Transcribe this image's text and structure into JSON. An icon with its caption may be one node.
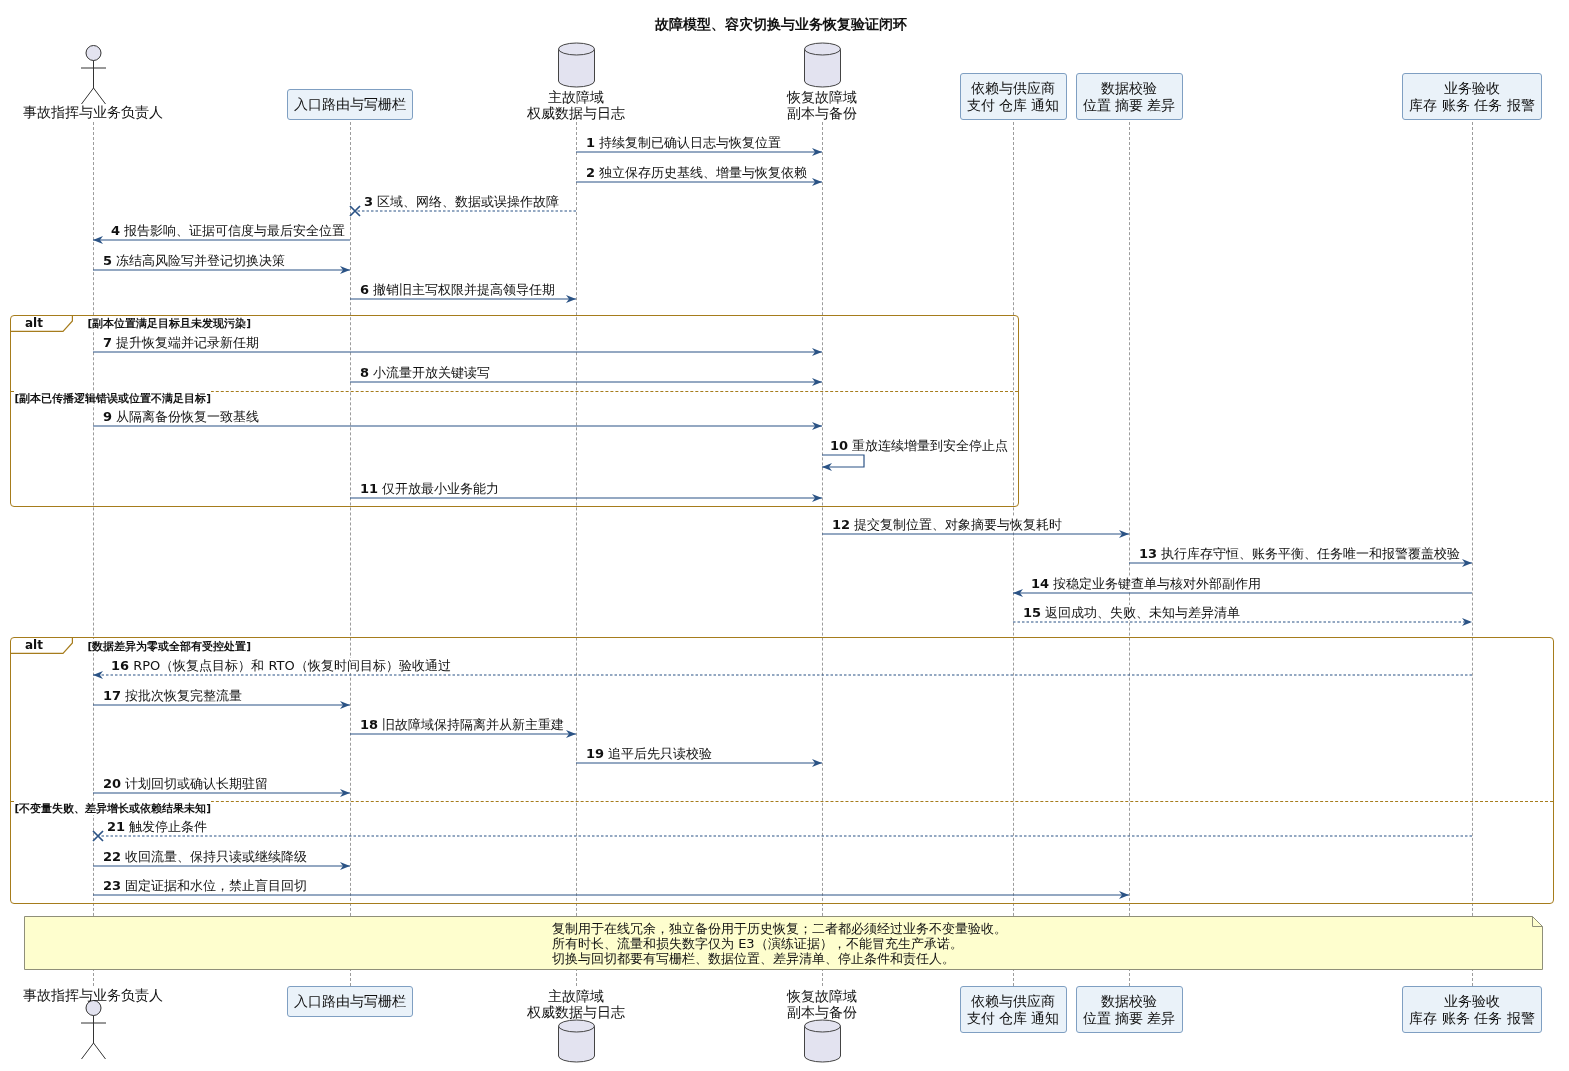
{
  "diagram": {
    "title": "故障模型、容灾切换与业务恢复验证闭环",
    "nodes": [
      {
        "text": [
          "事故指挥与业务负责人"
        ]
      },
      {
        "text": [
          "入口路由与写栅栏"
        ]
      },
      {
        "text": [
          "主故障域",
          "权威数据与日志"
        ]
      },
      {
        "text": [
          "恢复故障域",
          "副本与备份"
        ]
      },
      {
        "text": [
          "依赖与供应商",
          "支付 仓库 通知"
        ]
      },
      {
        "text": [
          "数据校验",
          "位置 摘要 差异"
        ]
      },
      {
        "text": [
          "业务验收",
          "库存 账务 任务 报警"
        ]
      },
      {
        "text": [],
        "shape": "line"
      },
      {
        "text": [],
        "shape": "line"
      },
      {
        "text": [],
        "shape": "line"
      },
      {
        "text": [],
        "shape": "line"
      },
      {
        "text": [],
        "shape": "line"
      },
      {
        "text": [],
        "shape": "line"
      },
      {
        "text": [],
        "shape": "line"
      },
      {
        "text": [
          "复制用于在线冗余，独立备份用于历史恢复；二者都必须经过业务不变量验收。",
          "所有时长、流量和损失数字仅为 E3（演练证据），不能冒充生产承诺。",
          "切换与回切都要有写栅栏、数据位置、差异清单、停止条件和责任人。"
        ]
      },
      {
        "text": [
          "事故指挥与业务负责人"
        ]
      },
      {
        "text": [
          "入口路由与写栅栏"
        ]
      },
      {
        "text": [
          "主故障域",
          "权威数据与日志"
        ]
      },
      {
        "text": [
          "恢复故障域",
          "副本与备份"
        ]
      },
      {
        "text": [
          "依赖与供应商",
          "支付 仓库 通知"
        ]
      },
      {
        "text": [
          "数据校验",
          "位置 摘要 差异"
        ]
      },
      {
        "text": [
          "业务验收",
          "库存 账务 任务 报警"
        ]
      }
    ],
    "edges": [
      {
        "from": 9,
        "to": 10,
        "arrow": "to",
        "label": "**1** 持续复制已确认日志与恢复位置"
      },
      {
        "from": 9,
        "to": 10,
        "arrow": "to",
        "label": "**2** 独立保存历史基线、增量与恢复依赖"
      },
      {
        "from": 9,
        "to": 8,
        "arrow": "other",
        "style": "dashed",
        "label": "**3** 区域、网络、数据或误操作故障"
      },
      {
        "from": 8,
        "to": 7,
        "arrow": "to",
        "label": "**4** 报告影响、证据可信度与最后安全位置"
      },
      {
        "from": 7,
        "to": 8,
        "arrow": "to",
        "label": "**5** 冻结高风险写并登记切换决策"
      },
      {
        "from": 8,
        "to": 9,
        "arrow": "to",
        "label": "**6** 撤销旧主写权限并提高领导任期"
      },
      {
        "from": 7,
        "to": 10,
        "arrow": "to",
        "label": "**7** 提升恢复端并记录新任期"
      },
      {
        "from": 8,
        "to": 10,
        "arrow": "to",
        "label": "**8** 小流量开放关键读写"
      },
      {
        "from": 7,
        "to": 10,
        "arrow": "to",
        "label": "**9** 从隔离备份恢复一致基线"
      },
      {
        "from": 10,
        "to": 10,
        "arrow": "to",
        "label": "**10** 重放连续增量到安全停止点"
      },
      {
        "from": 8,
        "to": 10,
        "arrow": "to",
        "label": "**11** 仅开放最小业务能力"
      },
      {
        "from": 10,
        "to": 12,
        "arrow": "to",
        "label": "**12** 提交复制位置、对象摘要与恢复耗时"
      },
      {
        "from": 12,
        "to": 13,
        "arrow": "to",
        "label": "**13** 执行库存守恒、账务平衡、任务唯一和报警覆盖校验"
      },
      {
        "from": 13,
        "to": 11,
        "arrow": "to",
        "label": "**14** 按稳定业务键查单与核对外部副作用"
      },
      {
        "from": 11,
        "to": 13,
        "arrow": "to",
        "style": "dashed",
        "label": "**15** 返回成功、失败、未知与差异清单"
      },
      {
        "from": 13,
        "to": 7,
        "arrow": "to",
        "style": "dashed",
        "label": "**16** RPO（恢复点目标）和 RTO（恢复时间目标）验收通过"
      },
      {
        "from": 7,
        "to": 8,
        "arrow": "to",
        "label": "**17** 按批次恢复完整流量"
      },
      {
        "from": 8,
        "to": 9,
        "arrow": "to",
        "label": "**18** 旧故障域保持隔离并从新主重建"
      },
      {
        "from": 9,
        "to": 10,
        "arrow": "to",
        "label": "**19** 追平后先只读校验"
      },
      {
        "from": 7,
        "to": 8,
        "arrow": "to",
        "label": "**20** 计划回切或确认长期驻留"
      },
      {
        "from": 13,
        "to": 7,
        "arrow": "other",
        "style": "dashed",
        "label": "**21** 触发停止条件"
      },
      {
        "from": 7,
        "to": 8,
        "arrow": "to",
        "label": "**22** 收回流量、保持只读或继续降级"
      },
      {
        "from": 7,
        "to": 12,
        "arrow": "to",
        "label": "**23** 固定证据和水位，禁止盲目回切"
      }
    ],
    "labels": [
      "alt",
      "[副本位置满足目标且未发现污染]",
      "[副本已传播逻辑错误或位置不满足目标]",
      "alt",
      "[数据差异为零或全部有受控处置]",
      "[不变量失败、差异增长或依赖结果未知]"
    ]
  }
}
